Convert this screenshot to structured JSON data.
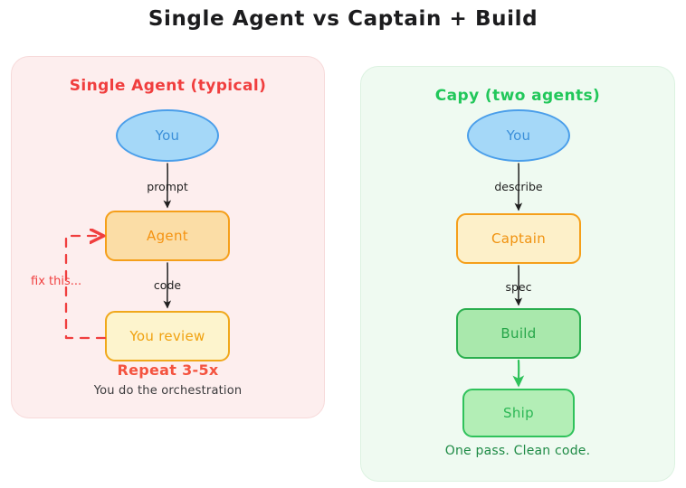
{
  "title": "Single Agent vs Captain + Build",
  "colors": {
    "left_panel_bg": "#fdeeee",
    "right_panel_bg": "#effaf1",
    "left_accent": "#f03e3e",
    "right_accent": "#21c75a",
    "you_fill": "#a5d8f8",
    "you_stroke": "#4a9eea",
    "orange_stroke": "#f59f1a",
    "green_stroke": "#2aae4e",
    "loop_color": "#f03e3e",
    "arrow_dark": "#1f1f1f"
  },
  "left_panel": {
    "title": "Single Agent (typical)",
    "nodes": {
      "you": "You",
      "agent": "Agent",
      "review": "You review"
    },
    "edges": {
      "you_to_agent": "prompt",
      "agent_to_review": "code",
      "loop_back": "fix this..."
    },
    "footer_strong": "Repeat 3-5x",
    "footer_sub": "You do the orchestration"
  },
  "right_panel": {
    "title": "Capy (two agents)",
    "nodes": {
      "you": "You",
      "captain": "Captain",
      "build": "Build",
      "ship": "Ship"
    },
    "edges": {
      "you_to_captain": "describe",
      "captain_to_build": "spec",
      "build_to_ship": ""
    },
    "footer": "One pass. Clean code."
  }
}
